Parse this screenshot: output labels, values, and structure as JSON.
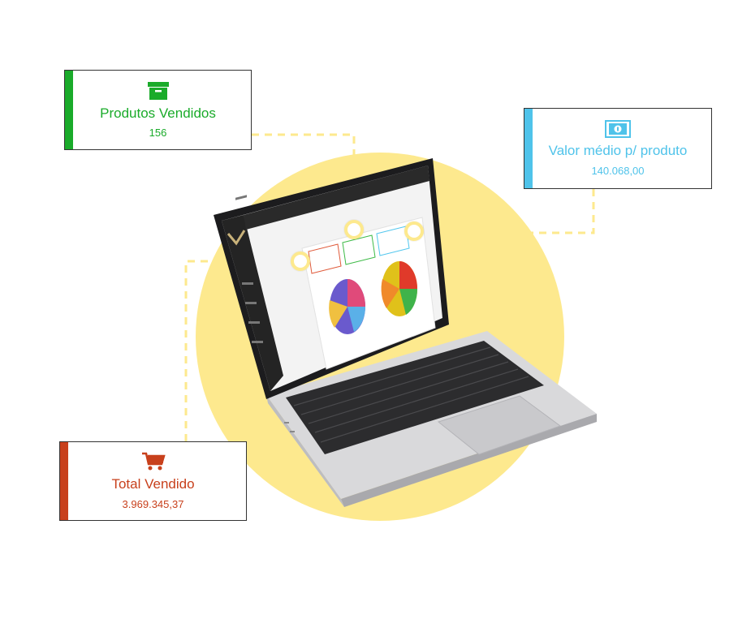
{
  "colors": {
    "green": "#1aab2a",
    "cyan": "#4fc3ea",
    "red": "#c8401c",
    "yellow": "#fde98e"
  },
  "cards": {
    "produtos": {
      "icon": "archive-box-icon",
      "title": "Produtos Vendidos",
      "value": "156"
    },
    "valor": {
      "icon": "banknote-icon",
      "title": "Valor médio p/ produto",
      "value": "140.068,00"
    },
    "total": {
      "icon": "shopping-cart-icon",
      "title": "Total Vendido",
      "value": "3.969.345,37"
    }
  }
}
